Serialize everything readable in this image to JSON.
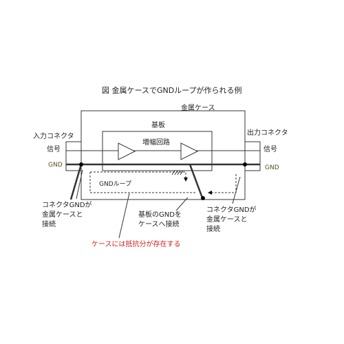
{
  "title": "図 金属ケースでGNDループが作られる例",
  "labels": {
    "metal_case": "金属ケース",
    "substrate": "基板",
    "amplifier_circuit": "増幅回路",
    "input_connector": "入力コネクタ",
    "output_connector": "出力コネクタ",
    "signal_left": "信号",
    "signal_right": "信号",
    "gnd_left": "GND",
    "gnd_right": "GND",
    "gnd_loop": "GNDループ",
    "left_note": [
      "コネクタGNDが",
      "金属ケースと",
      "接続"
    ],
    "center_note": [
      "基板のGNDを",
      "ケースへ接続"
    ],
    "right_note": [
      "コネクタGNDが",
      "金属ケースと",
      "接続"
    ],
    "resistance_note": "ケースには抵抗分が存在する"
  },
  "colors": {
    "line": "#333333",
    "accent_red": "#d42020",
    "gnd_text": "#5a4a1a"
  }
}
